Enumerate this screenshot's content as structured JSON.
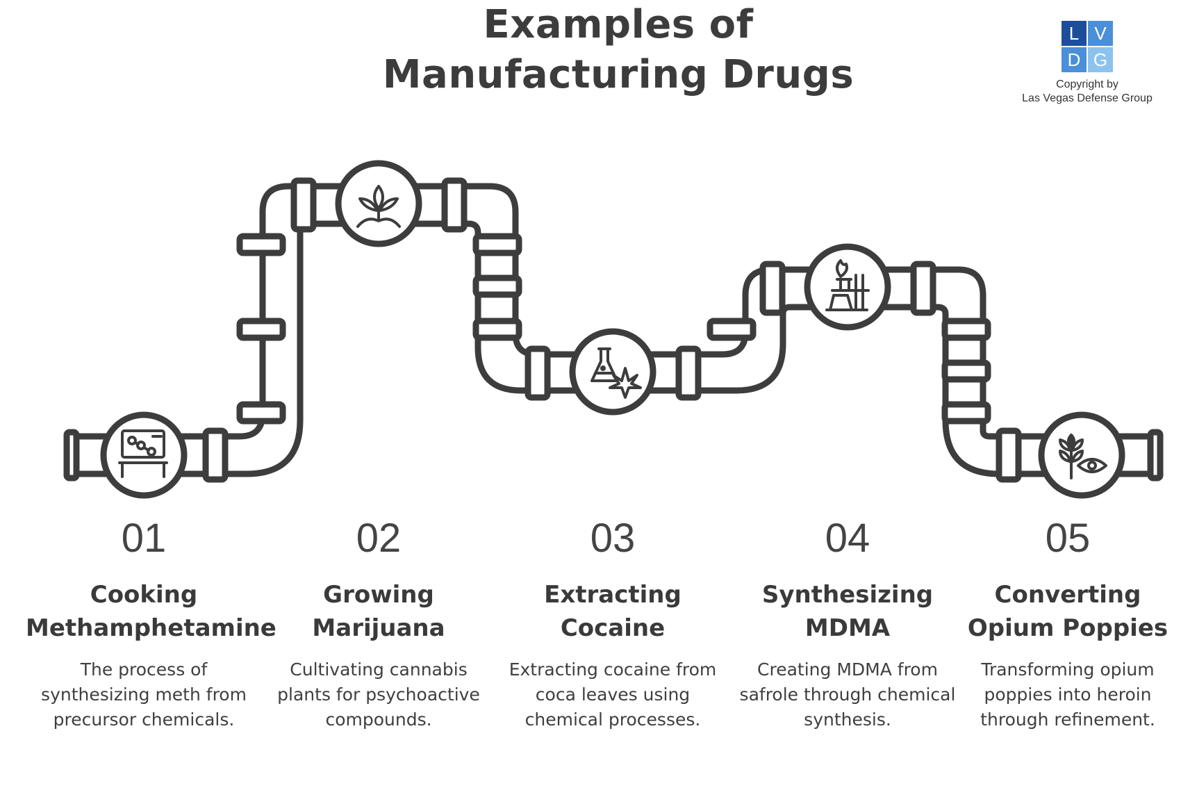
{
  "title": {
    "line1": "Examples of",
    "line2": "Manufacturing Drugs"
  },
  "logo": {
    "letters": [
      "L",
      "V",
      "D",
      "G"
    ],
    "copyright_line1": "Copyright by",
    "copyright_line2": "Las Vegas Defense Group"
  },
  "steps": [
    {
      "number": "01",
      "title": "Cooking Methamphetamine",
      "description": "The process of synthesizing meth from precursor chemicals.",
      "icon": "lab-equipment-icon"
    },
    {
      "number": "02",
      "title": "Growing Marijuana",
      "description": "Cultivating cannabis plants for psychoactive compounds.",
      "icon": "plant-sprout-icon"
    },
    {
      "number": "03",
      "title": "Extracting Cocaine",
      "description": "Extracting cocaine from coca leaves using chemical processes.",
      "icon": "flask-leaf-icon"
    },
    {
      "number": "04",
      "title": "Synthesizing MDMA",
      "description": "Creating MDMA from safrole through chemical synthesis.",
      "icon": "bunsen-burner-icon"
    },
    {
      "number": "05",
      "title": "Converting Opium Poppies",
      "description": "Transforming opium poppies into heroin through refinement.",
      "icon": "plant-eye-icon"
    }
  ],
  "colors": {
    "pipe_stroke": "#3d3d3d",
    "text": "#3f3f3f",
    "logo_dark": "#1c4e9a",
    "logo_mid": "#4a8fd8",
    "logo_light": "#8cc3ee"
  }
}
